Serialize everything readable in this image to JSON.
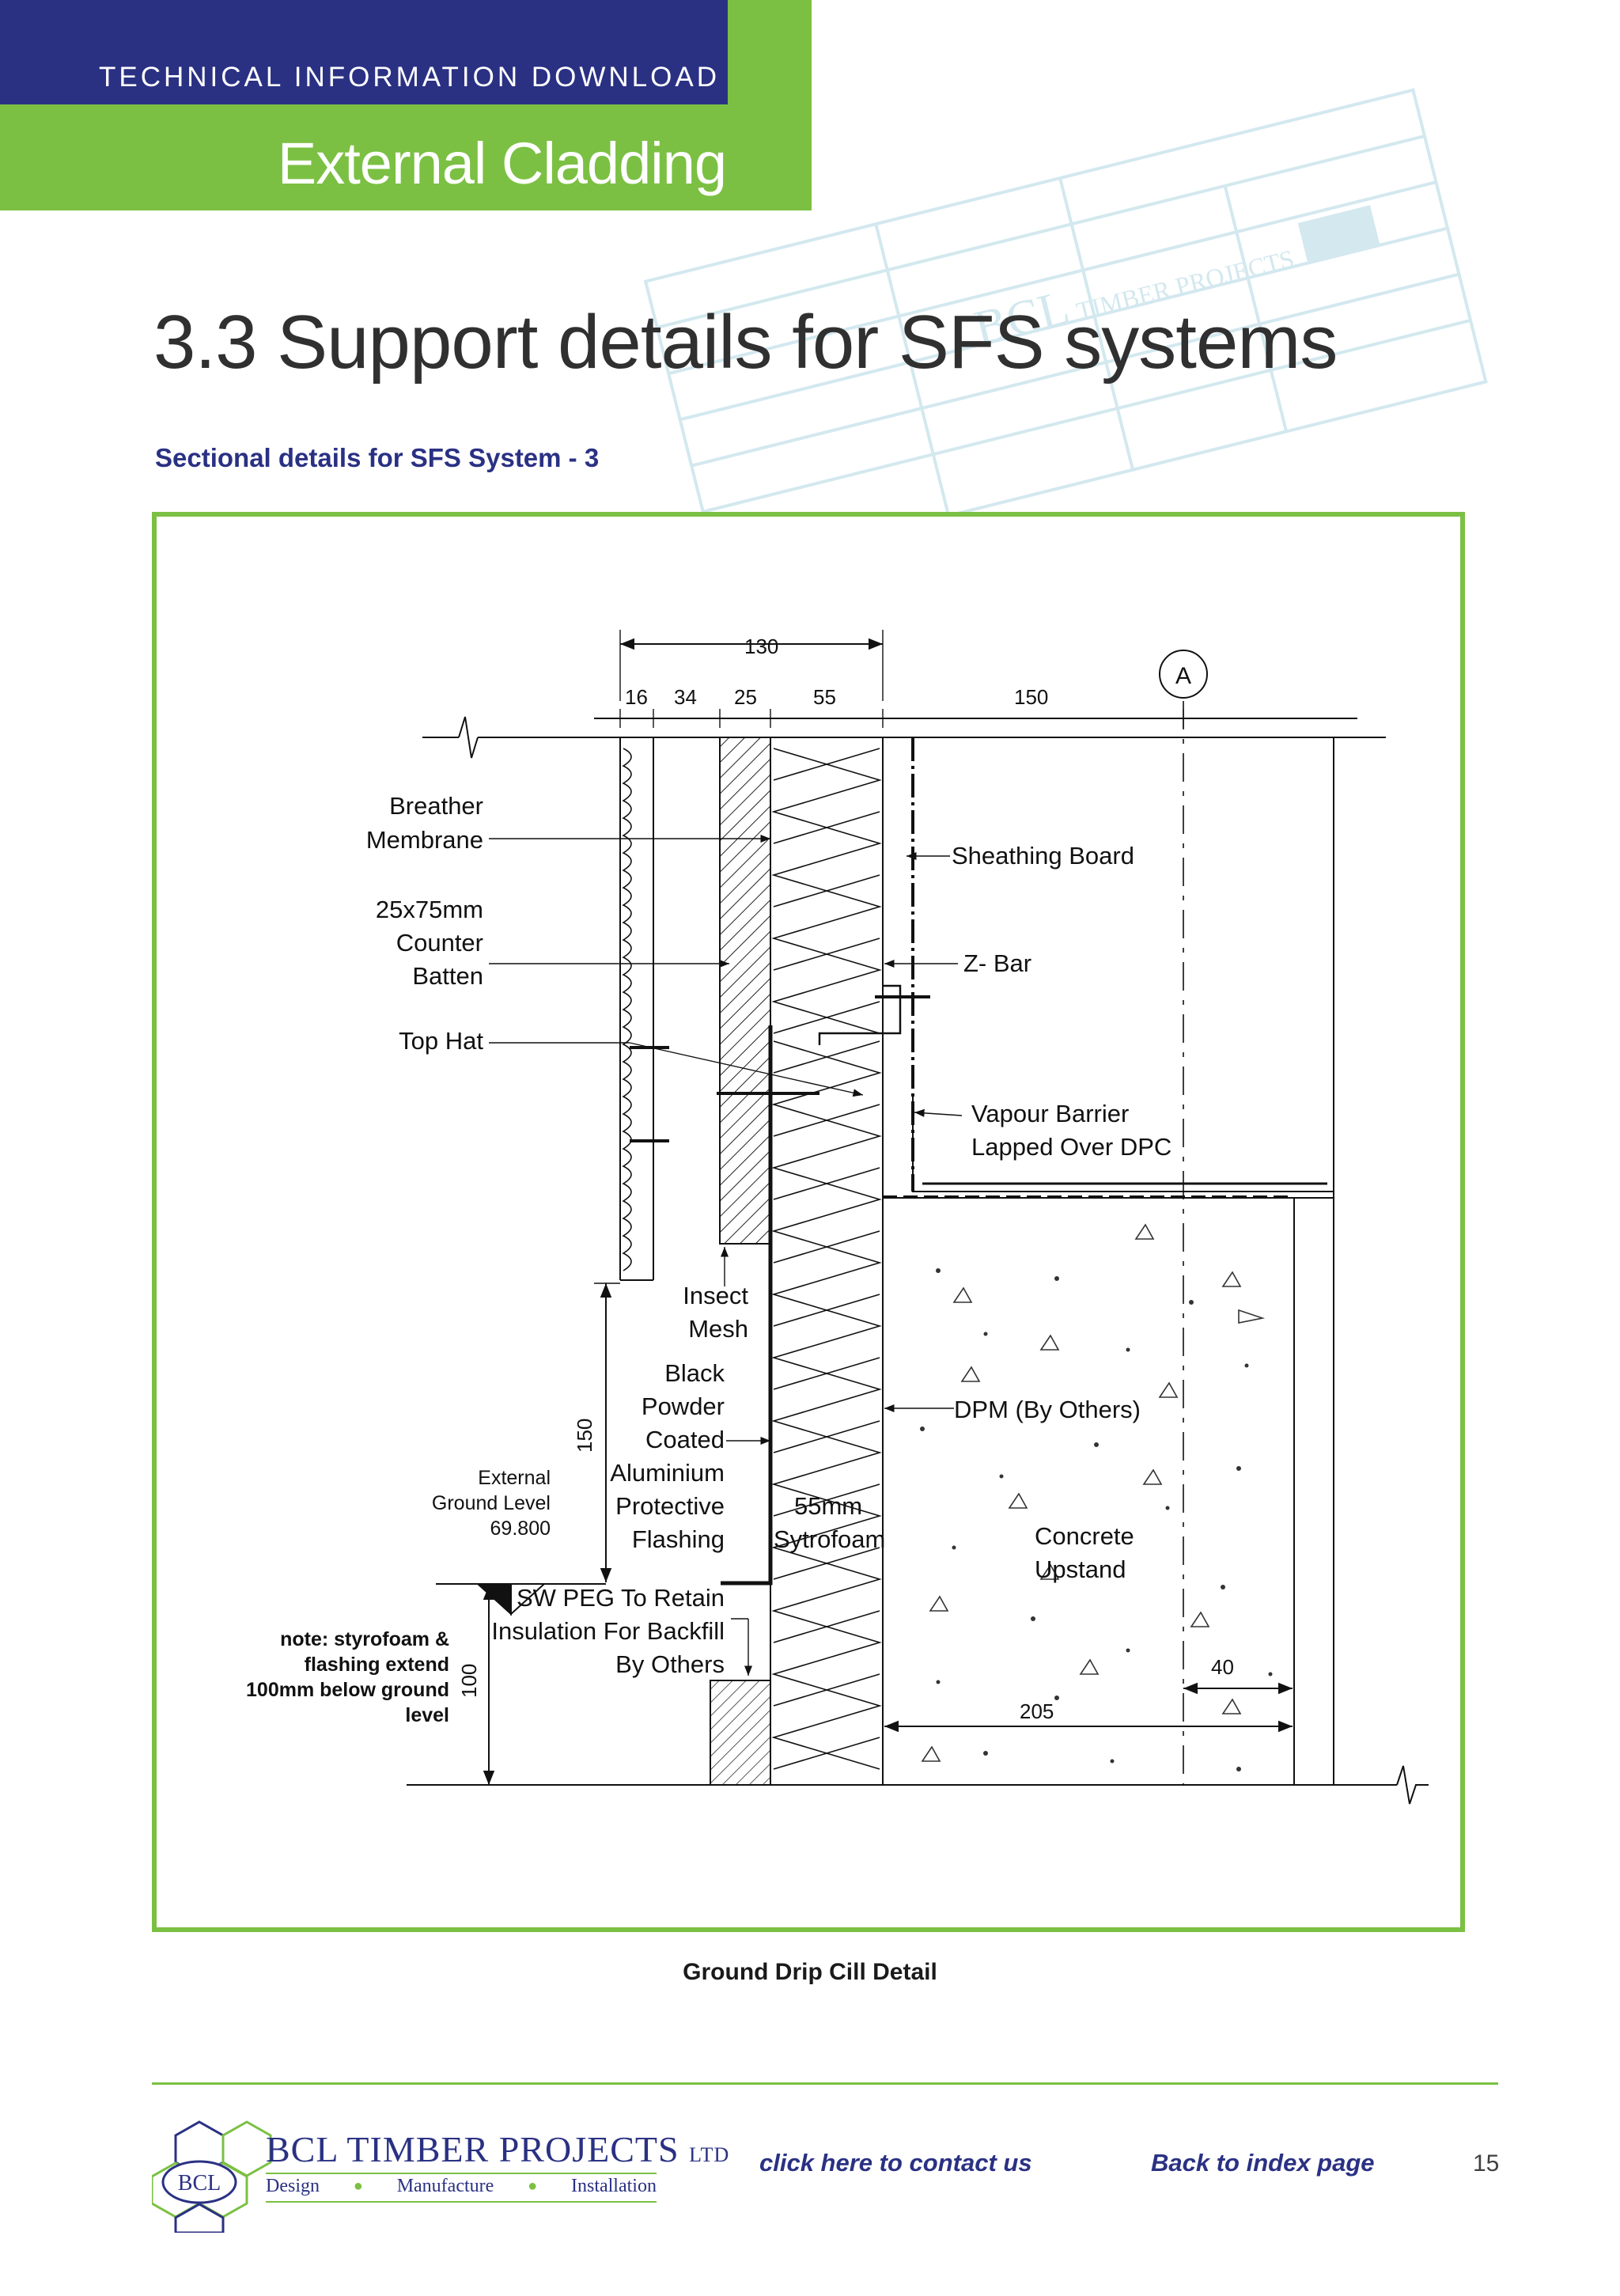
{
  "header": {
    "kicker": "TECHNICAL INFORMATION DOWNLOAD",
    "section": "External Cladding"
  },
  "page": {
    "title": "3.3 Support details for SFS systems",
    "subtitle": "Sectional details for SFS System - 3",
    "caption": "Ground Drip Cill Detail",
    "page_number": "15"
  },
  "drawing": {
    "dimensions": {
      "total": "130",
      "d16": "16",
      "d34": "34",
      "d25": "25",
      "d55": "55",
      "d150": "150",
      "vert150": "150",
      "vert100": "100",
      "d205": "205",
      "d40": "40"
    },
    "grid_marker": "A",
    "labels": {
      "breather": [
        "Breather",
        "Membrane"
      ],
      "counter_batten": [
        "25x75mm",
        "Counter",
        "Batten"
      ],
      "top_hat": "Top Hat",
      "sheathing": "Sheathing Board",
      "zbar": "Z- Bar",
      "vapour": [
        "Vapour Barrier",
        "Lapped Over DPC"
      ],
      "insect": [
        "Insect",
        "Mesh"
      ],
      "flashing": [
        "Black",
        "Powder",
        "Coated",
        "Aluminium",
        "Protective",
        "Flashing"
      ],
      "dpm": "DPM (By Others)",
      "sytrofoam": [
        "55mm",
        "Sytrofoam"
      ],
      "concrete": [
        "Concrete",
        "Upstand"
      ],
      "ground_level": [
        "External",
        "Ground Level",
        "69.800"
      ],
      "sw_peg": [
        "SW PEG To Retain",
        "Insulation For Backfill",
        "By Others"
      ],
      "note": [
        "note: styrofoam &",
        "flashing extend",
        "100mm below ground",
        "level"
      ]
    }
  },
  "watermark": {
    "company": "BCL",
    "company_sub": "TIMBER PROJECTS"
  },
  "footer": {
    "logo_mark": "BCL",
    "company_name": "BCL TIMBER PROJECTS",
    "company_suffix": "LTD",
    "tagline": [
      "Design",
      "Manufacture",
      "Installation"
    ],
    "contact_link": "click here to contact us",
    "index_link": "Back to index page"
  },
  "colors": {
    "navy": "#2a3183",
    "green": "#7bc043"
  }
}
